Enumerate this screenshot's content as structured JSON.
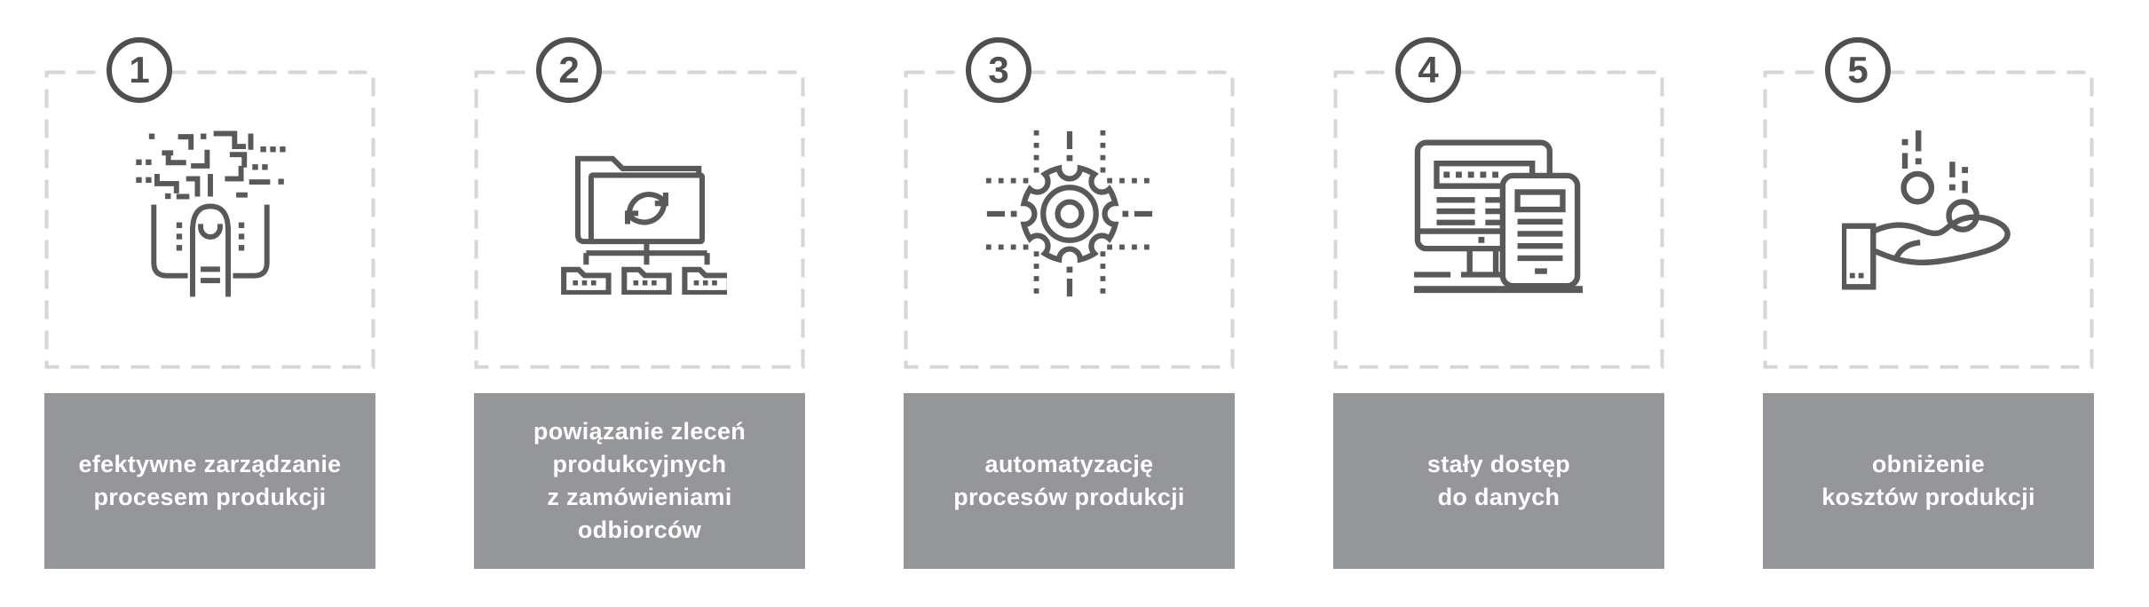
{
  "colors": {
    "background": "#ffffff",
    "icon_stroke": "#58595b",
    "badge_border": "#4e4f51",
    "dashed_border": "#d5d6d7",
    "label_box_gray": "#949699",
    "label_text": "#ffffff"
  },
  "steps": [
    {
      "number": "1",
      "icon": "fingerprint-scan-icon",
      "label": "efektywne zarządzanie\nprocesem produkcji"
    },
    {
      "number": "2",
      "icon": "folder-sync-tree-icon",
      "label": "powiązanie zleceń\nprodukcyjnych\nz zamówieniami\nodbiorców"
    },
    {
      "number": "3",
      "icon": "gear-automation-icon",
      "label": "automatyzację\nprocesów produkcji"
    },
    {
      "number": "4",
      "icon": "monitor-tablet-icon",
      "label": "stały dostęp\ndo danych"
    },
    {
      "number": "5",
      "icon": "hand-coins-icon",
      "label": "obniżenie\nkosztów produkcji"
    }
  ]
}
